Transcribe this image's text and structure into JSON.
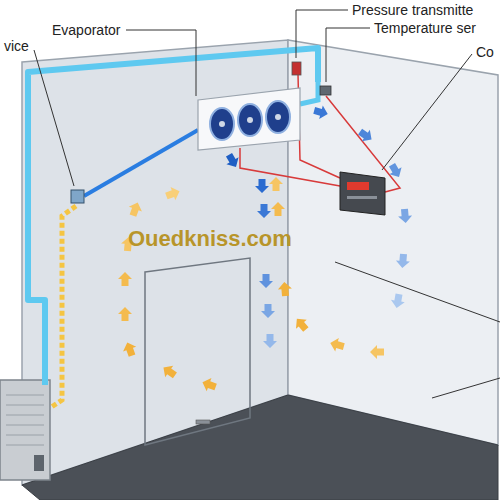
{
  "diagram": {
    "labels": [
      "Pressure transmitte",
      "Temperature ser",
      "vice",
      "Evaporator",
      "Co",
      "Ouedkniss.com"
    ]
  }
}
